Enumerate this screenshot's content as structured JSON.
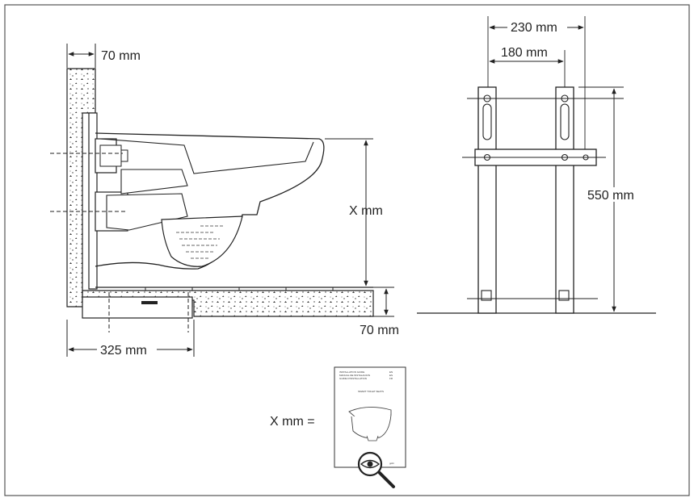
{
  "side_view": {
    "wall_thickness_label": "70 mm",
    "height_label": "X mm",
    "floor_thickness_label": "70 mm",
    "offset_label": "325 mm"
  },
  "front_view": {
    "outer_width_label": "230 mm",
    "inner_width_label": "180 mm",
    "height_label": "550 mm"
  },
  "reference": {
    "equation_label": "X mm =",
    "manual_title": "SMART TOILET SEATS",
    "manual_header_lines": [
      "INSTALLATION GUIDE",
      "MANUAL DE INSTALACION",
      "GUIDE D'INSTALLATION"
    ],
    "manual_header_right": [
      "EN",
      "ES",
      "FR"
    ],
    "manual_logo": "gobi"
  }
}
